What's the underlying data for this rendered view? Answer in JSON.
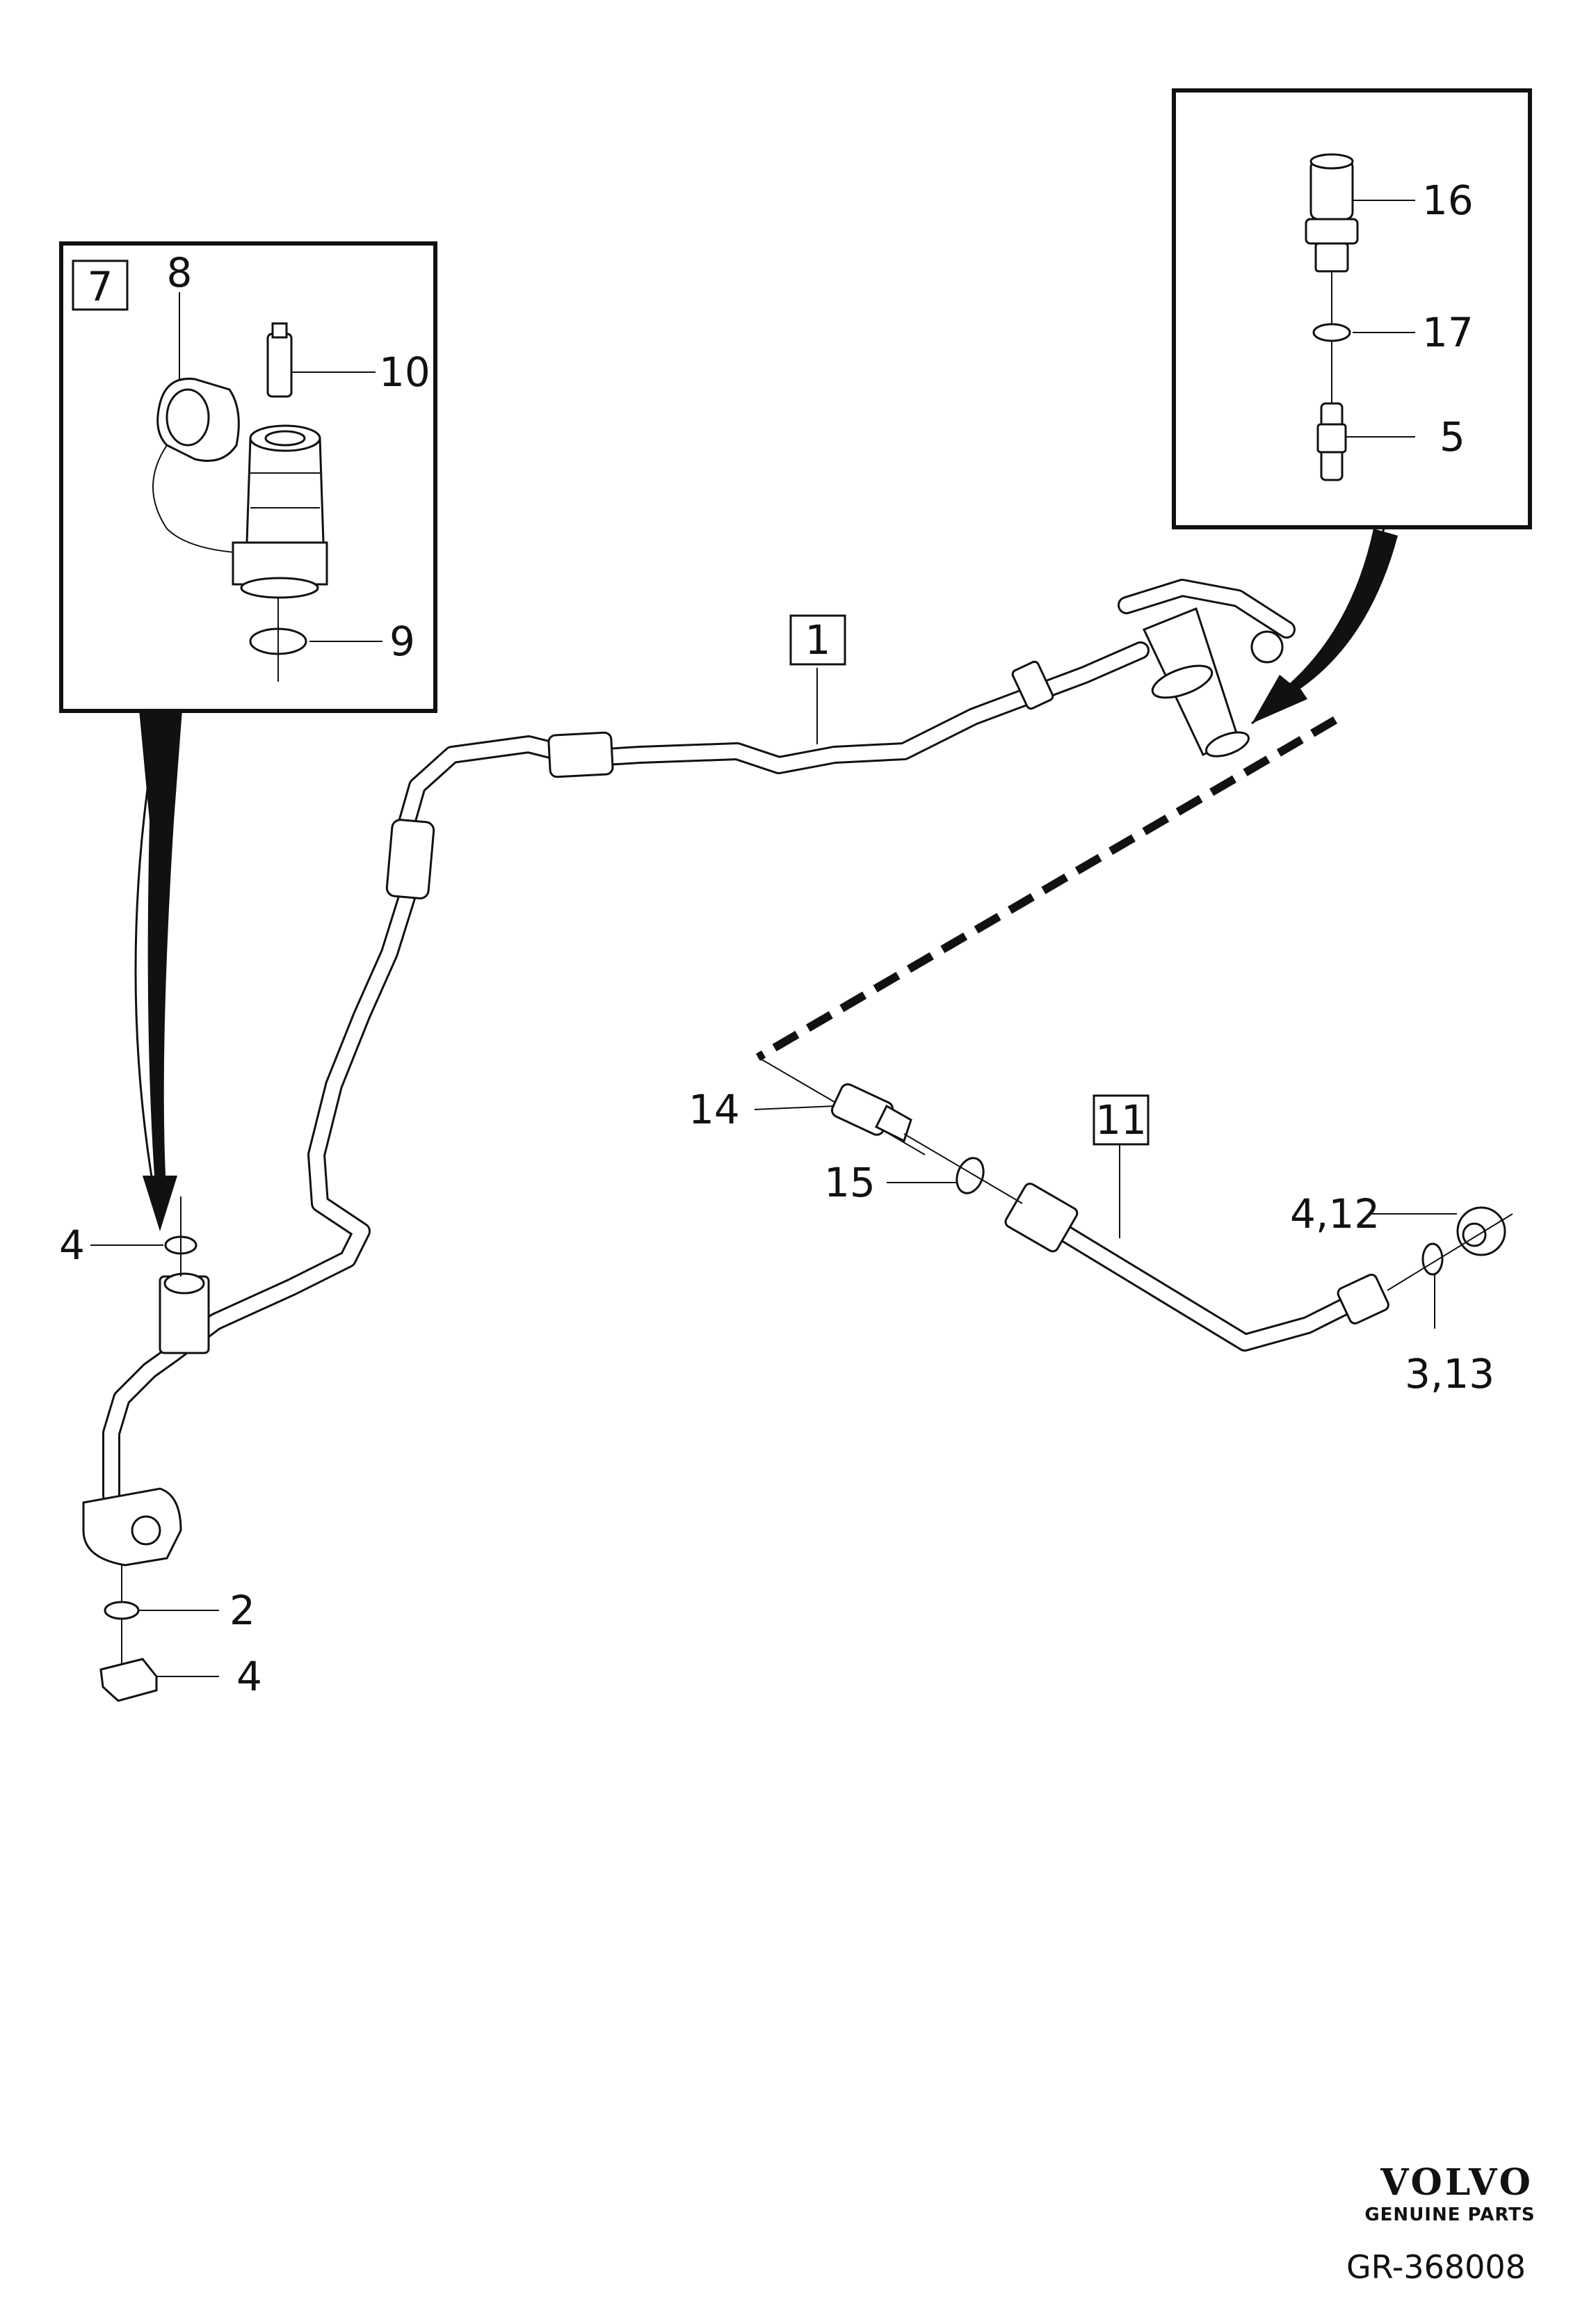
{
  "diagram": {
    "callouts": {
      "c1": "1",
      "c2": "2",
      "c3_13": "3,13",
      "c4_top": "4",
      "c4_bottom": "4",
      "c4_12": "4,12",
      "c5": "5",
      "c7": "7",
      "c8": "8",
      "c9": "9",
      "c10": "10",
      "c11": "11",
      "c14": "14",
      "c15": "15",
      "c16": "16",
      "c17": "17"
    },
    "footer": {
      "brand": "VOLVO",
      "brand_subtitle": "GENUINE PARTS",
      "code": "GR-368008"
    }
  }
}
